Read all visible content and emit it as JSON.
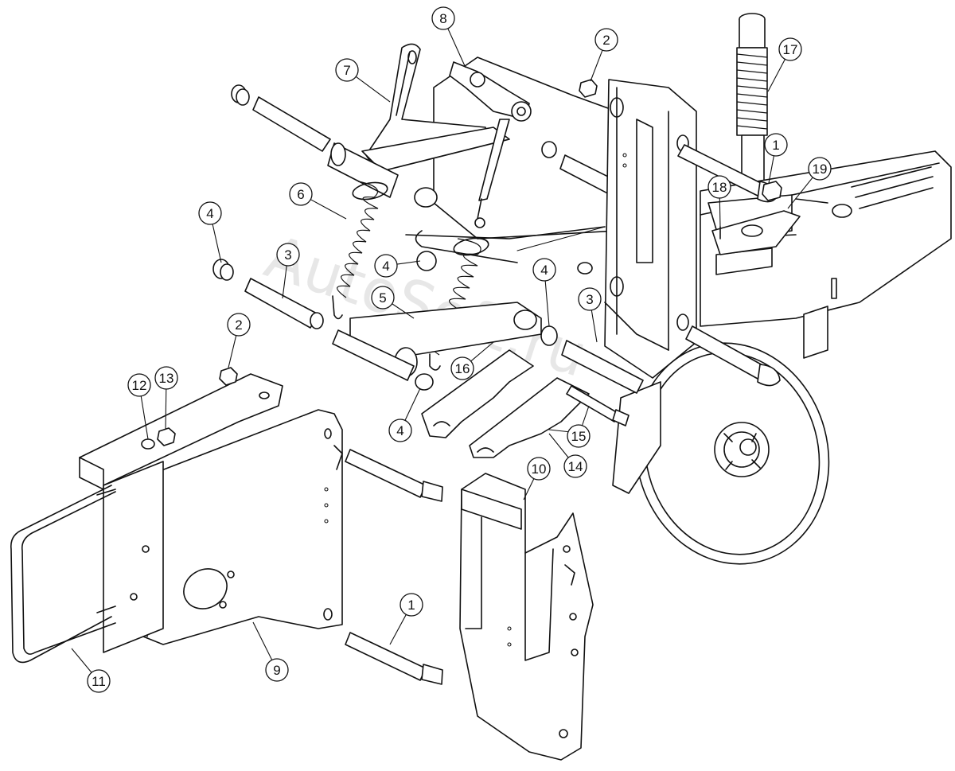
{
  "watermark": "AutoSoft.ru",
  "callouts": [
    {
      "id": "c8",
      "label": "8"
    },
    {
      "id": "c2a",
      "label": "2"
    },
    {
      "id": "c17",
      "label": "17"
    },
    {
      "id": "c7",
      "label": "7"
    },
    {
      "id": "c1a",
      "label": "1"
    },
    {
      "id": "c19",
      "label": "19"
    },
    {
      "id": "c18",
      "label": "18"
    },
    {
      "id": "c6",
      "label": "6"
    },
    {
      "id": "c4a",
      "label": "4"
    },
    {
      "id": "c3a",
      "label": "3"
    },
    {
      "id": "c4b",
      "label": "4"
    },
    {
      "id": "c4c",
      "label": "4"
    },
    {
      "id": "c5",
      "label": "5"
    },
    {
      "id": "c3b",
      "label": "3"
    },
    {
      "id": "c2b",
      "label": "2"
    },
    {
      "id": "c16",
      "label": "16"
    },
    {
      "id": "c12",
      "label": "12"
    },
    {
      "id": "c13",
      "label": "13"
    },
    {
      "id": "c4d",
      "label": "4"
    },
    {
      "id": "c15",
      "label": "15"
    },
    {
      "id": "c14",
      "label": "14"
    },
    {
      "id": "c10",
      "label": "10"
    },
    {
      "id": "c1b",
      "label": "1"
    },
    {
      "id": "c11",
      "label": "11"
    },
    {
      "id": "c9",
      "label": "9"
    }
  ]
}
